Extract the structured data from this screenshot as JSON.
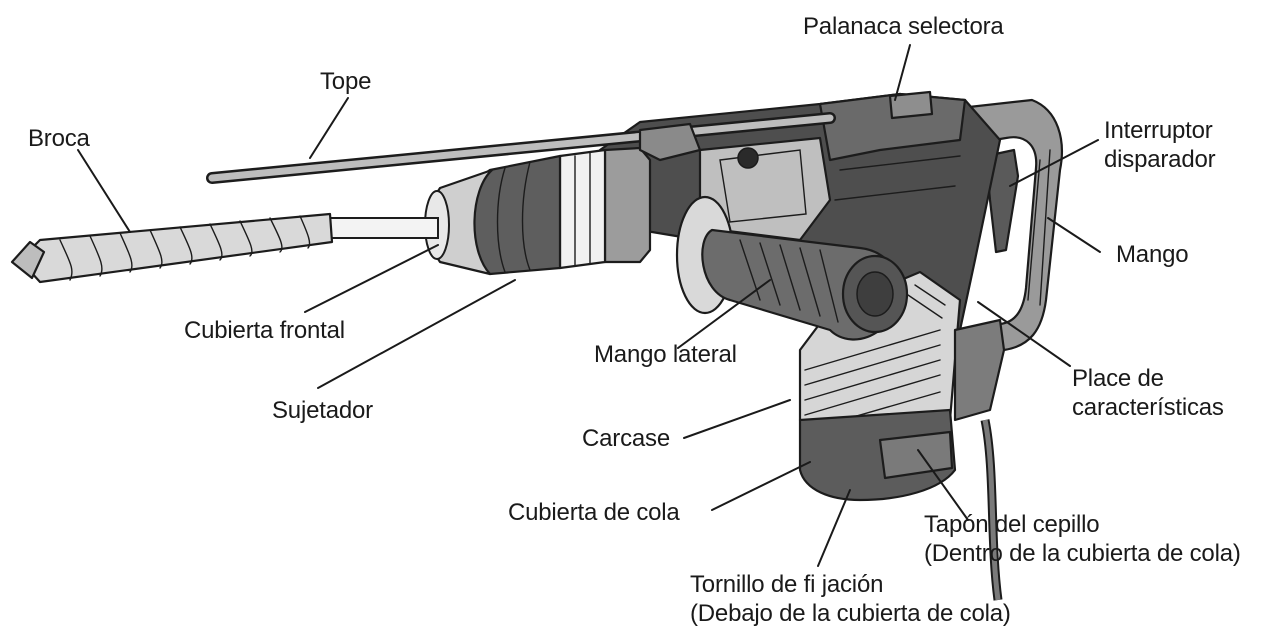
{
  "labels": {
    "palanca_selectora": "Palanaca selectora",
    "tope": "Tope",
    "interruptor_line1": "Interruptor",
    "interruptor_line2": "disparador",
    "broca": "Broca",
    "mango": "Mango",
    "cubierta_frontal": "Cubierta frontal",
    "mango_lateral": "Mango lateral",
    "place_line1": "Place de",
    "place_line2": "características",
    "sujetador": "Sujetador",
    "carcase": "Carcase",
    "cubierta_cola": "Cubierta de cola",
    "tapon_line1": "Tapón del cepillo",
    "tapon_line2": "(Dentro de la cubierta de cola)",
    "tornillo_line1": "Tornillo de fi jación",
    "tornillo_line2": "(Debajo de la cubierta de cola)"
  },
  "colors": {
    "ink": "#1c1c1c",
    "body_dark": "#4a4a4a",
    "body_mid": "#8a8a8a",
    "body_light": "#c4c4c4",
    "grip": "#6e6e6e",
    "background": "#ffffff"
  }
}
